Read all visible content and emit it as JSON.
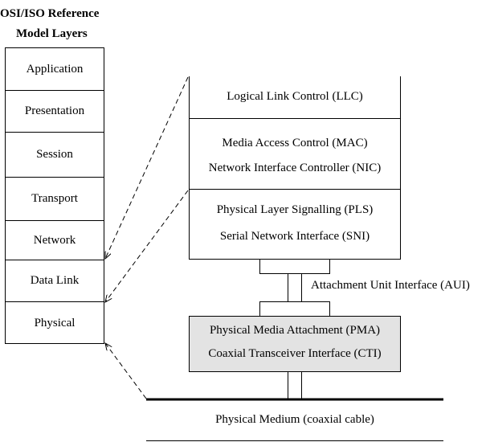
{
  "osi": {
    "title_line1": "OSI/ISO Reference",
    "title_line2": "Model Layers",
    "layers": [
      "Application",
      "Presentation",
      "Session",
      "Transport",
      "Network",
      "Data Link",
      "Physical"
    ]
  },
  "ieee": {
    "llc": "Logical Link Control (LLC)",
    "mac_line1": "Media Access Control (MAC)",
    "mac_line2": "Network Interface Controller (NIC)",
    "pls_line1": "Physical Layer Signalling (PLS)",
    "pls_line2": "Serial Network Interface (SNI)",
    "aui": "Attachment Unit Interface (AUI)",
    "pma_line1": "Physical Media Attachment (PMA)",
    "pma_line2": "Coaxial Transceiver Interface (CTI)",
    "medium": "Physical Medium (coaxial cable)"
  },
  "colors": {
    "pma_fill": "#e3e3e3"
  }
}
